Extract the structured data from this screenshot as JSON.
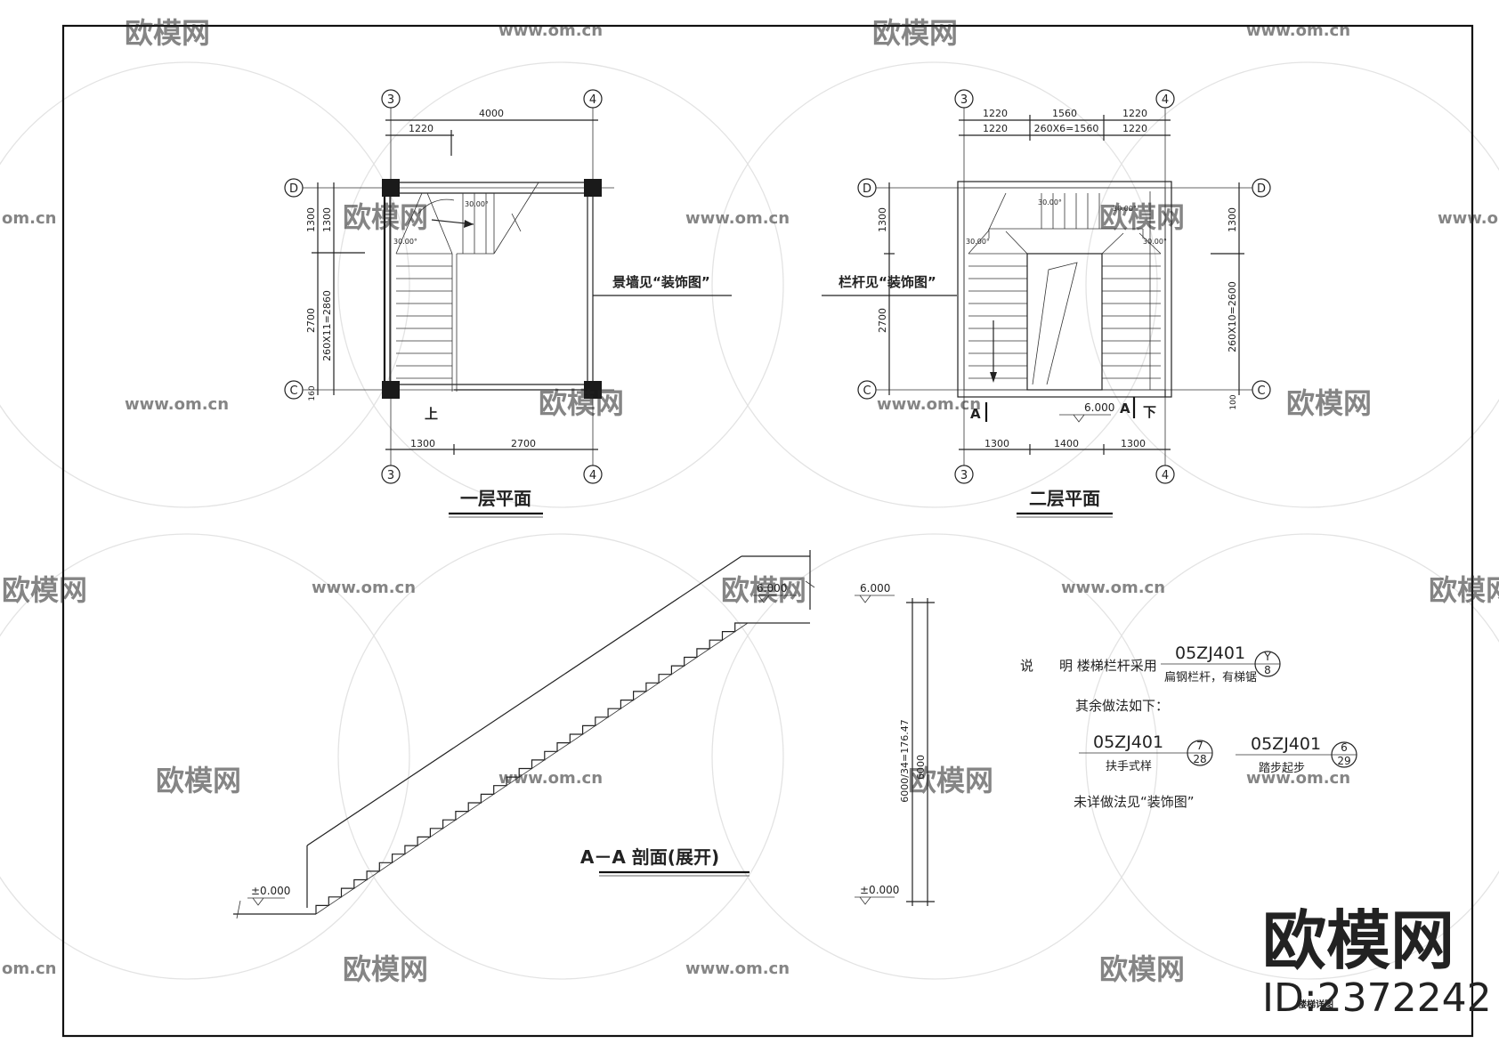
{
  "plan1": {
    "title": "一层平面",
    "axes": {
      "left": "3",
      "right": "4",
      "top": "D",
      "bottom": "C"
    },
    "dim_top_total": "4000",
    "dim_top_part": "1220",
    "dim_bottom_left": "1300",
    "dim_bottom_right": "2700",
    "dim_left_1300a": "1300",
    "dim_left_1300b": "1300",
    "dim_left_2700": "2700",
    "dim_left_steps": "260X11=2860",
    "dim_left_160": "160",
    "angle": "30.00°",
    "wall_note": "景墙见“装饰图”",
    "up_label": "上"
  },
  "plan2": {
    "title": "二层平面",
    "axes": {
      "left": "3",
      "right": "4",
      "top": "D",
      "bottom": "C"
    },
    "dim_top_1": [
      "1220",
      "1560",
      "1220"
    ],
    "dim_top_2": [
      "1220",
      "260X6=1560",
      "1220"
    ],
    "dim_bottom": [
      "1300",
      "1400",
      "1300"
    ],
    "dim_left_1300": "1300",
    "dim_left_2700": "2700",
    "dim_right_1300": "1300",
    "dim_right_steps": "260X10=2600",
    "dim_right_100": "100",
    "angle": "30.00°",
    "rail_note": "栏杆见“装饰图”",
    "elev": "6.000",
    "section_mark": "A",
    "down_label": "下"
  },
  "section": {
    "title": "A－A 剖面(展开)",
    "elev_top": "6.000",
    "elev_top2": "6.000",
    "elev_bottom": "±0.000",
    "elev_bottom2": "±0.000",
    "dim_steps": "6000/34=176.47",
    "dim_total": "6000"
  },
  "notes": {
    "heading": "说",
    "line1": "明 楼梯栏杆采用",
    "ref1_code": "05ZJ401",
    "ref1_top": "Y",
    "ref1_bottom": "8",
    "ref1_sub": "扁钢栏杆，有梯锯",
    "line2": "其余做法如下：",
    "ref2_code": "05ZJ401",
    "ref2_top": "7",
    "ref2_bottom": "28",
    "ref2_sub": "扶手式样",
    "ref3_code": "05ZJ401",
    "ref3_top": "6",
    "ref3_bottom": "29",
    "ref3_sub": "踏步起步",
    "line3": "未详做法见“装饰图”"
  },
  "watermark": {
    "brand": "欧模网",
    "url": "www.om.cn",
    "url_short": "om.cn",
    "id": "ID:2372242",
    "small_title": "楼梯详图"
  }
}
